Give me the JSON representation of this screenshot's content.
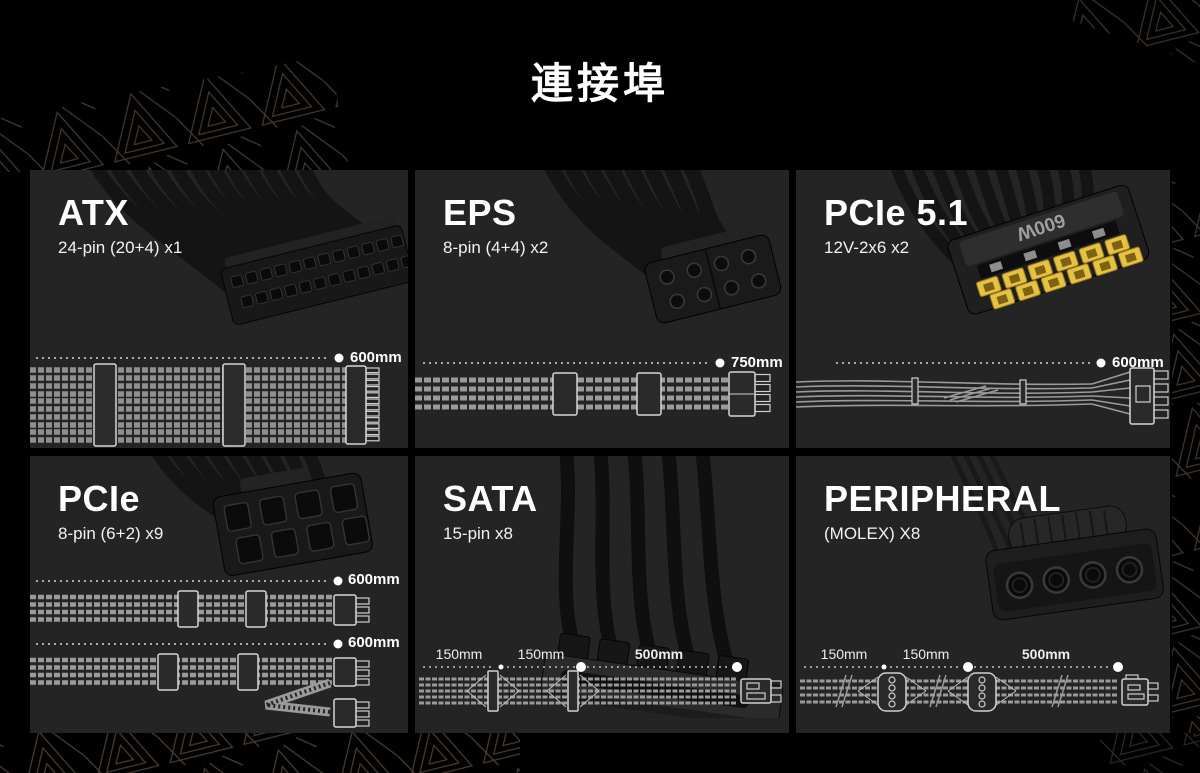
{
  "page": {
    "title": "連接埠",
    "background_color": "#000000",
    "card_color": "#242424",
    "text_color": "#ffffff",
    "line_art_color": "#c9c9c9",
    "pcie5_terminal_color": "#e6c243"
  },
  "cards": {
    "atx": {
      "title": "ATX",
      "subtitle": "24-pin (20+4) x1",
      "photo": "atx-24pin-sleeved-cable-photo",
      "measurements": [
        {
          "label": "600mm"
        }
      ]
    },
    "eps": {
      "title": "EPS",
      "subtitle": "8-pin (4+4) x2",
      "photo": "eps-8pin-sleeved-cable-photo",
      "measurements": [
        {
          "label": "750mm"
        }
      ]
    },
    "pcie51": {
      "title": "PCIe 5.1",
      "subtitle": "12V-2x6 x2",
      "photo": "pcie5-12v2x6-yellow-connector-photo",
      "connector_print": "600W",
      "measurements": [
        {
          "label": "600mm"
        }
      ]
    },
    "pcie": {
      "title": "PCIe",
      "subtitle": "8-pin (6+2) x9",
      "photo": "pcie-8pin-sleeved-cable-photo",
      "measurements": [
        {
          "label": "600mm"
        },
        {
          "label": "600mm"
        }
      ]
    },
    "sata": {
      "title": "SATA",
      "subtitle": "15-pin x8",
      "photo": "sata-flat-cable-photo",
      "measurements": [
        {
          "label": "150mm"
        },
        {
          "label": "150mm"
        },
        {
          "label": "500mm"
        }
      ]
    },
    "peripheral": {
      "title": "PERIPHERAL",
      "subtitle": "(MOLEX) X8",
      "photo": "molex-4pin-cable-photo",
      "measurements": [
        {
          "label": "150mm"
        },
        {
          "label": "150mm"
        },
        {
          "label": "500mm"
        }
      ]
    }
  }
}
